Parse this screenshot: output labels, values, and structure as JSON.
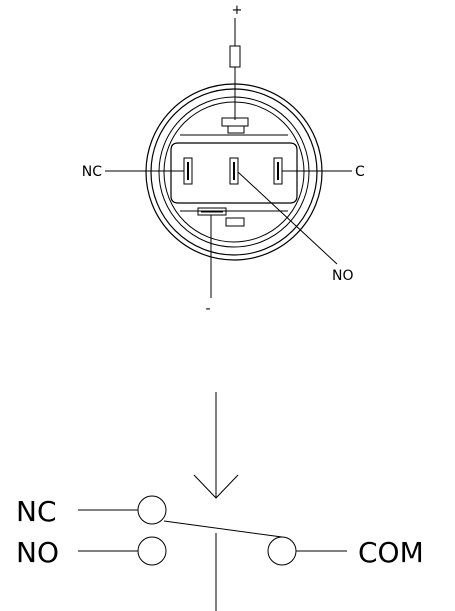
{
  "pinout": {
    "plus": "+",
    "minus": "-",
    "nc": "NC",
    "c": "C",
    "no": "NO"
  },
  "schematic": {
    "nc": "NC",
    "no": "NO",
    "com": "COM"
  }
}
